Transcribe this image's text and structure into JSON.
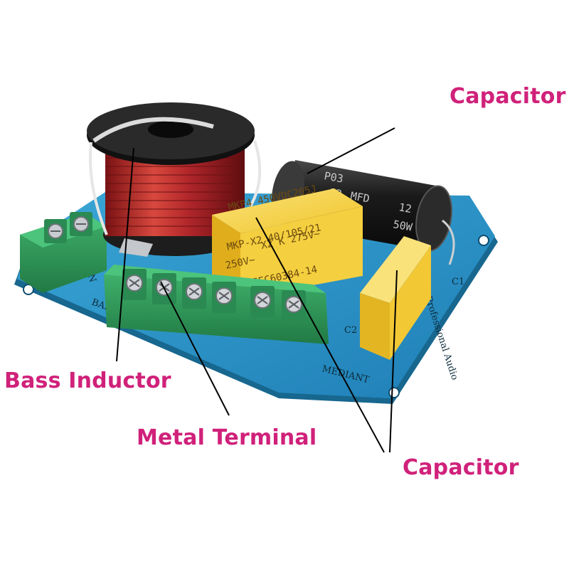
{
  "labels": {
    "capacitor_top": "Capacitor",
    "bass_inductor": "Bass Inductor",
    "metal_terminal": "Metal Terminal",
    "capacitor_bottom": "Capacitor"
  },
  "board_print": {
    "professional_audio": "Professional Audio",
    "mediant": "MEDIANT",
    "bass": "BASS",
    "in": "IN",
    "c1": "C1",
    "c2": "C2"
  },
  "film_capacitor": {
    "line1": "MKP4 450VDC205J",
    "line2": "X2 K 275V~",
    "line3": "MKP-X2 40/105/21",
    "line4": "250V~",
    "line5": "IEC60384-14"
  },
  "electrolytic_capacitor": {
    "brand": "P03",
    "value": "12",
    "unit": "MFD",
    "voltage": "50W"
  },
  "colors": {
    "label": "#d0217a",
    "pcb": "#2a8fc4",
    "terminal": "#2f9a5a",
    "inductor_wire": "#b0262a",
    "film_cap": "#f3c932",
    "electrolytic": "#1b1b1b"
  }
}
